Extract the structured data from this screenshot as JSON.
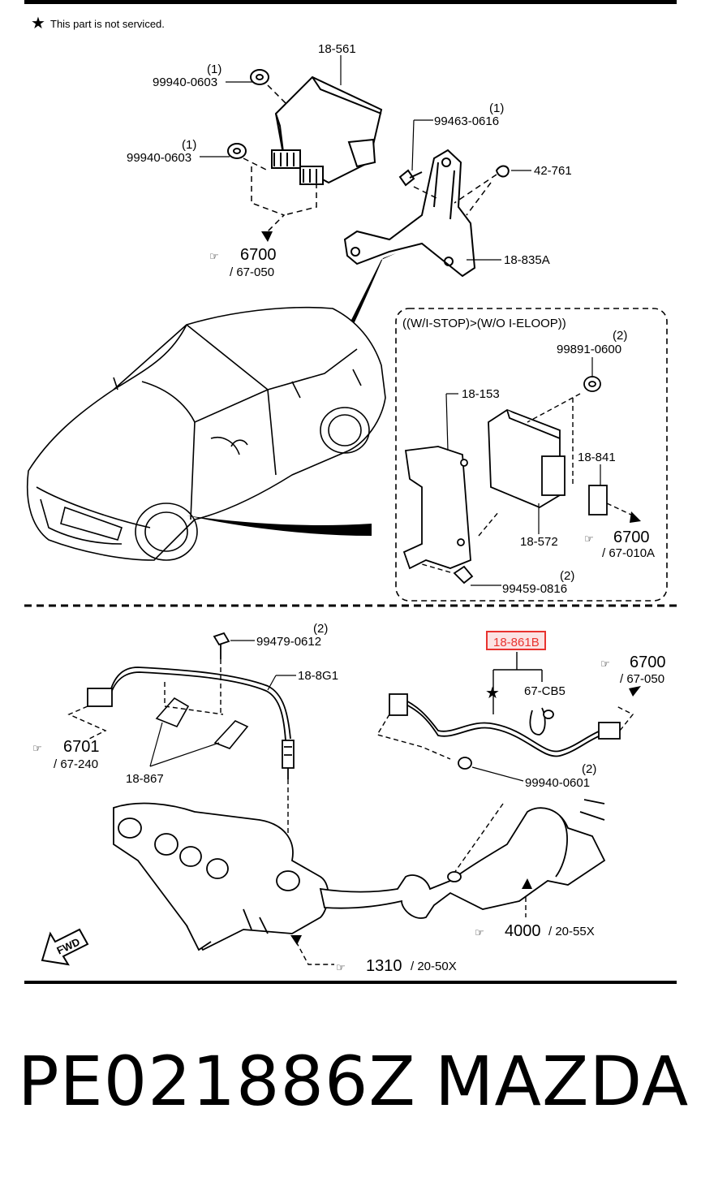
{
  "note": "This part is not serviced.",
  "labels": {
    "module_top": "18-561",
    "nut_a_qty": "(1)",
    "nut_a_pn": "99940-0603",
    "nut_b_qty": "(1)",
    "nut_b_pn": "99940-0603",
    "bolt_qty": "(1)",
    "bolt_pn": "99463-0616",
    "clip": "42-761",
    "bracket": "18-835A",
    "ref_top_a": "6700",
    "ref_top_a_sub": "/ 67-050",
    "inset_title": "((W/I-STOP)>(W/O I-ELOOP))",
    "inset_nut_qty": "(2)",
    "inset_nut_pn": "99891-0600",
    "inset_bracket": "18-153",
    "inset_conn": "18-841",
    "inset_module": "18-572",
    "inset_ref": "6700",
    "inset_ref_sub": "/ 67-010A",
    "inset_bolt_qty": "(2)",
    "inset_bolt_pn": "99459-0816",
    "bolt2_qty": "(2)",
    "bolt2_pn": "99479-0612",
    "sensor_front": "18-8G1",
    "highlight": "18-861B",
    "ref_right": "6700",
    "ref_right_sub": "/ 67-050",
    "clip2": "67-CB5",
    "ref_left": "6701",
    "ref_left_sub": "/ 67-240",
    "holder": "18-867",
    "nut2_qty": "(2)",
    "nut2_pn": "99940-0601",
    "ref_cat": "4000",
    "ref_cat_sub": "/ 20-55X",
    "ref_manifold": "1310",
    "ref_manifold_sub": "/ 20-50X",
    "fwd": "FWD"
  },
  "colors": {
    "highlight_border": "#e8332f",
    "highlight_fill": "#fbe3e3",
    "ink": "#000000"
  },
  "footer": {
    "part_number": "PE021886Z",
    "brand": "MAZDA"
  }
}
